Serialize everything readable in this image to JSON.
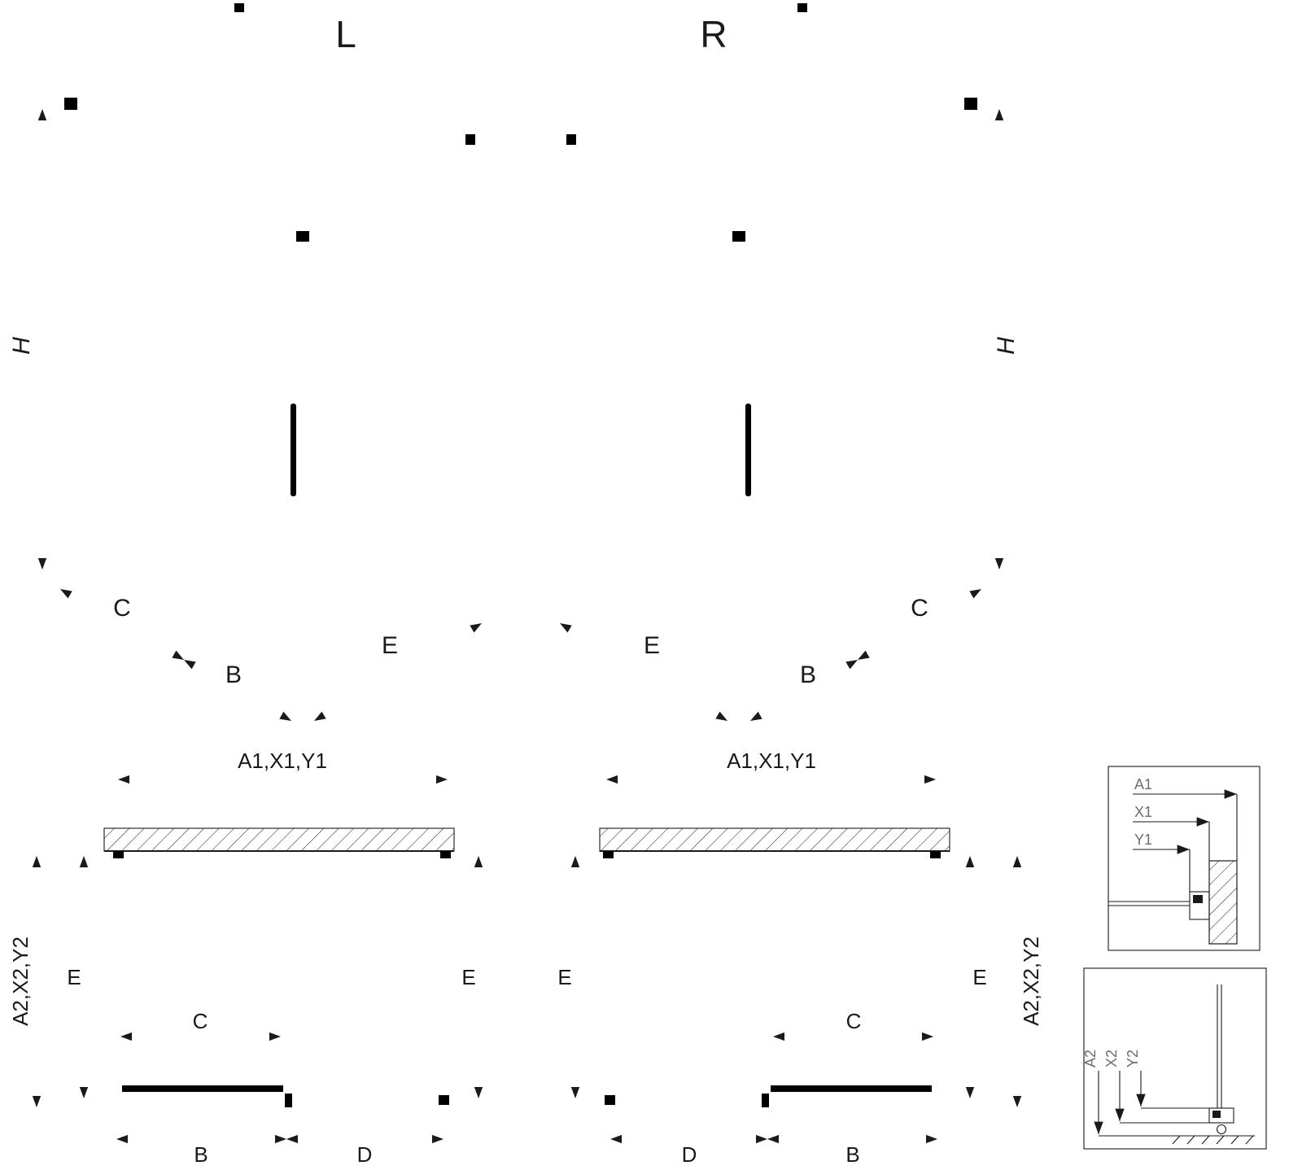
{
  "drawing": {
    "background": "#ffffff",
    "line_color": "#1a1a1a",
    "detail_label_color": "#6e6e6e"
  },
  "iso_left": {
    "title": "L",
    "dims": {
      "height": "H",
      "fixed": "C",
      "door": "B",
      "side": "E"
    }
  },
  "iso_right": {
    "title": "R",
    "dims": {
      "height": "H",
      "fixed": "C",
      "door": "B",
      "side": "E"
    }
  },
  "plan_left": {
    "dims": {
      "width_top": "A1,X1,Y1",
      "depth_outer": "A2,X2,Y2",
      "depth_left": "E",
      "depth_right": "E",
      "door_run": "C",
      "door_width": "B",
      "fixed_width": "D"
    }
  },
  "plan_right": {
    "dims": {
      "width_top": "A1,X1,Y1",
      "depth_outer": "A2,X2,Y2",
      "depth_left": "E",
      "depth_right": "E",
      "door_run": "C",
      "door_width": "B",
      "fixed_width": "D"
    }
  },
  "detail_wall": {
    "dims": [
      "A1",
      "X1",
      "Y1"
    ]
  },
  "detail_floor": {
    "dims": [
      "A2",
      "X2",
      "Y2"
    ]
  }
}
